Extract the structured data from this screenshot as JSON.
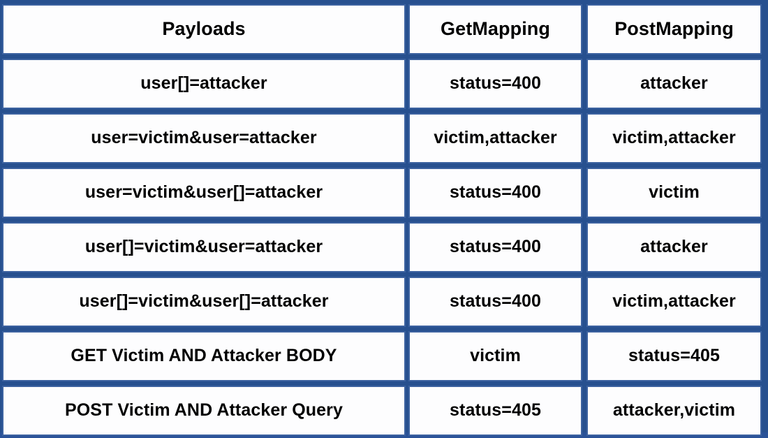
{
  "table": {
    "columns": [
      {
        "key": "payload",
        "label": "Payloads"
      },
      {
        "key": "get",
        "label": "GetMapping"
      },
      {
        "key": "post",
        "label": "PostMapping"
      }
    ],
    "rows": [
      {
        "payload": "user[]=attacker",
        "get": "status=400",
        "post": "attacker"
      },
      {
        "payload": "user=victim&user=attacker",
        "get": "victim,attacker",
        "post": "victim,attacker"
      },
      {
        "payload": "user=victim&user[]=attacker",
        "get": "status=400",
        "post": "victim"
      },
      {
        "payload": "user[]=victim&user=attacker",
        "get": "status=400",
        "post": "attacker"
      },
      {
        "payload": "user[]=victim&user[]=attacker",
        "get": "status=400",
        "post": "victim,attacker"
      },
      {
        "payload": "GET Victim AND Attacker BODY",
        "get": "victim",
        "post": "status=405"
      },
      {
        "payload": "POST Victim AND Attacker Query",
        "get": "status=405",
        "post": "attacker,victim"
      }
    ]
  },
  "colors": {
    "grid": "#27508f",
    "cell_border": "#3c62a0",
    "cell_background": "#fdfdfe",
    "text": "#000000"
  }
}
